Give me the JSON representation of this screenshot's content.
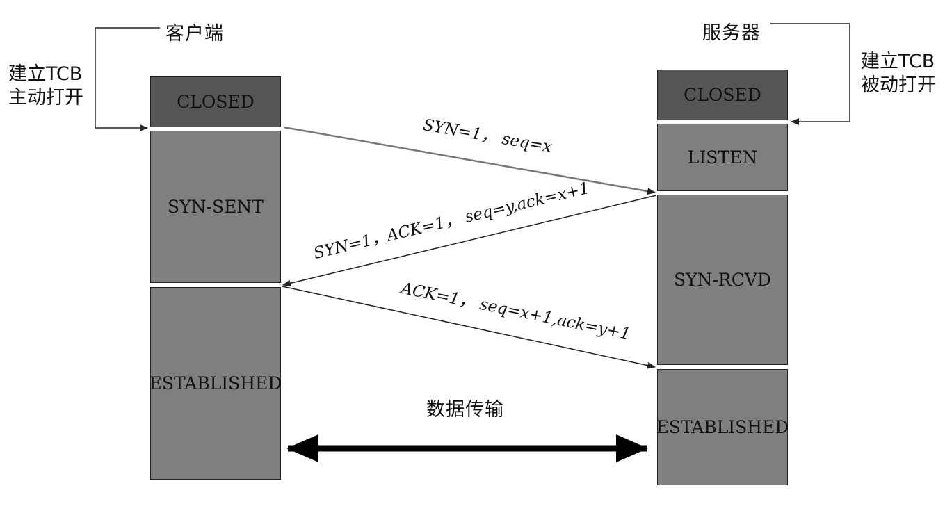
{
  "client": {
    "title": "客户端",
    "note_line1": "建立TCB",
    "note_line2": "主动打开",
    "states": [
      "CLOSED",
      "SYN-SENT",
      "ESTABLISHED"
    ]
  },
  "server": {
    "title": "服务器",
    "note_line1": "建立TCB",
    "note_line2": "被动打开",
    "states": [
      "CLOSED",
      "LISTEN",
      "SYN-RCVD",
      "ESTABLISHED"
    ]
  },
  "messages": {
    "syn": "SYN=1， seq=x",
    "syn_ack": "SYN=1，ACK=1， seq=y,ack=x+1",
    "ack": "ACK=1， seq=x+1,ack=y+1"
  },
  "data_transfer": "数据传输",
  "colors": {
    "closed_fill": "#555555",
    "state_fill": "#7f7f7f",
    "line": "#222222"
  }
}
